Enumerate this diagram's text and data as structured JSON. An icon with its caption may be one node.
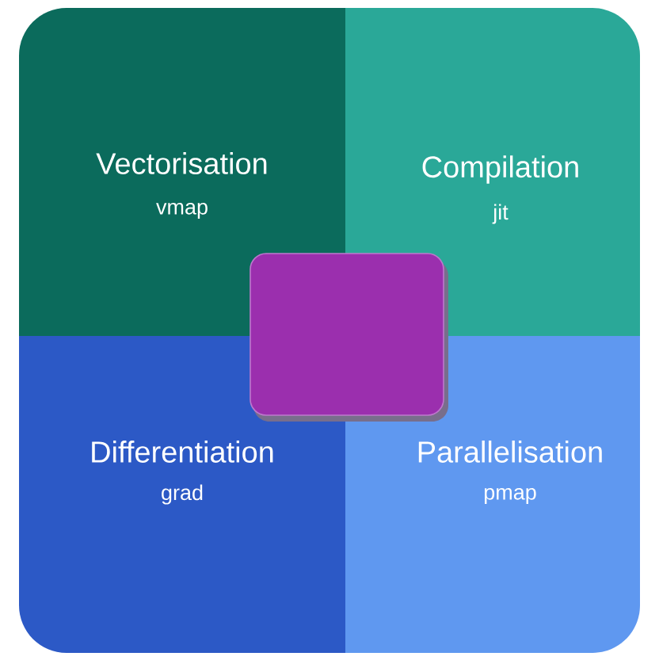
{
  "diagram": {
    "nodes": [
      {
        "text": [
          "Vectorisation",
          "vmap"
        ]
      },
      {
        "text": [
          "Compilation",
          "jit"
        ]
      },
      {
        "text": [
          "Differentiation",
          "grad"
        ]
      },
      {
        "text": [
          "Parallelisation",
          "pmap"
        ]
      },
      {
        "text": [],
        "shape": "box"
      }
    ]
  }
}
